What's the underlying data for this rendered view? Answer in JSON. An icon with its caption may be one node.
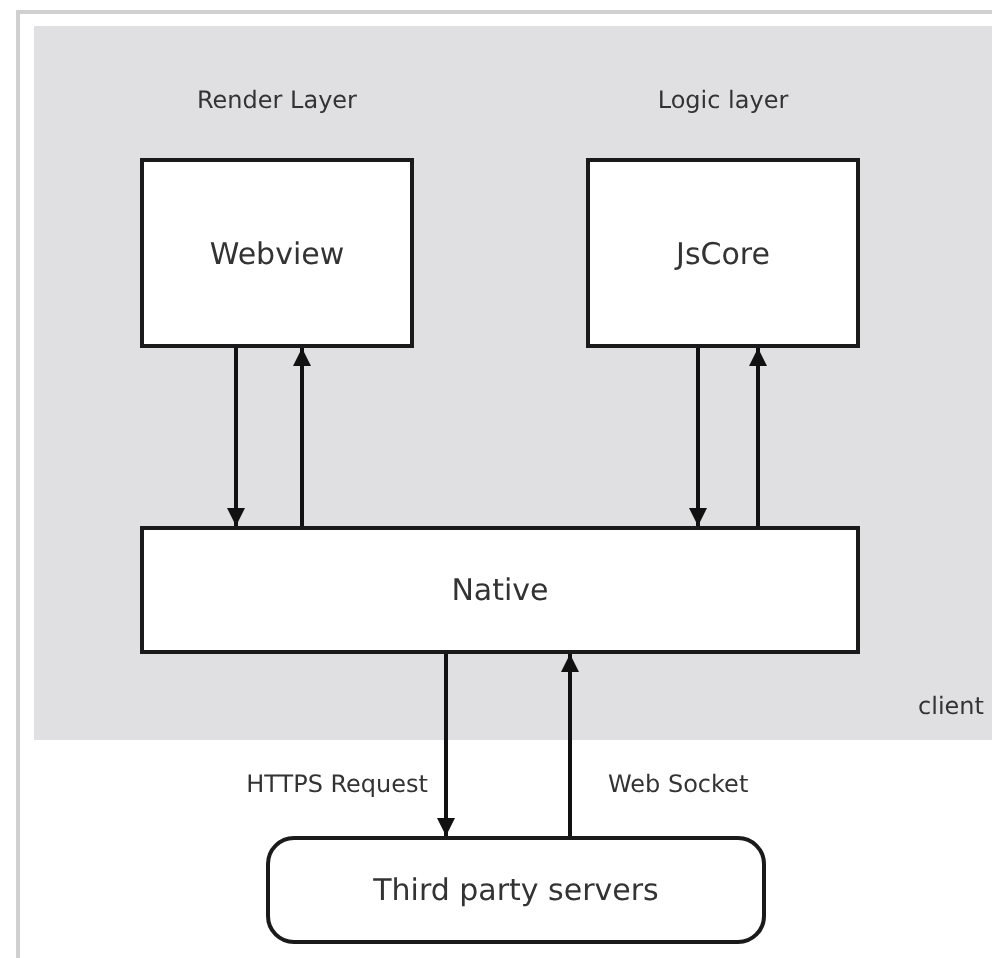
{
  "diagram": {
    "nodes": [
      {
        "text": [
          "client"
        ]
      },
      {
        "text": [
          "Render Layer",
          "Webview"
        ],
        "in": 0
      },
      {
        "text": [
          "Logic layer",
          "JsCore"
        ],
        "in": 0
      },
      {
        "text": [
          "Native"
        ],
        "in": 0
      },
      {
        "text": [
          "Third party servers"
        ]
      }
    ],
    "edges": [
      {
        "from": 1,
        "to": 3,
        "arrow": "to"
      },
      {
        "from": 3,
        "to": 1,
        "arrow": "to"
      },
      {
        "from": 2,
        "to": 3,
        "arrow": "to"
      },
      {
        "from": 3,
        "to": 2,
        "arrow": "to"
      },
      {
        "from": 3,
        "to": 4,
        "arrow": "to",
        "label": "HTTPS Request"
      },
      {
        "from": 4,
        "to": 3,
        "arrow": "to",
        "label": "Web Socket"
      }
    ]
  }
}
